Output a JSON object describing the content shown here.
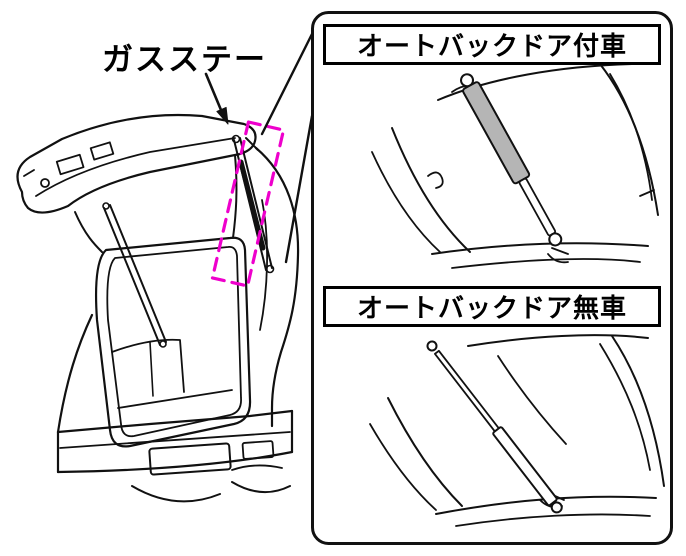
{
  "figure": {
    "label_gas_stay": "ガスステー",
    "callout": {
      "sections": [
        {
          "title": "オートバックドア付車"
        },
        {
          "title": "オートバックドア無車"
        }
      ]
    },
    "colors": {
      "highlight": "#ee00cc",
      "line": "#111111",
      "strut_fill": "#b5b5b5",
      "background": "#ffffff"
    }
  }
}
